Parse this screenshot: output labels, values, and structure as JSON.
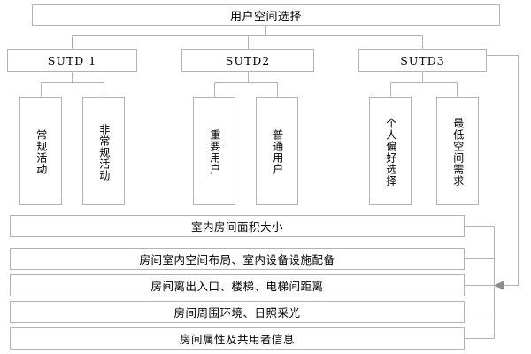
{
  "diagram": {
    "title": "用户空间选择",
    "type": "tree-hierarchy-with-feedback",
    "root": {
      "label": "用户空间选择"
    },
    "branches": [
      {
        "label": "SUTD 1",
        "children": [
          {
            "label": "常规活动"
          },
          {
            "label": "非常规活动"
          }
        ]
      },
      {
        "label": "SUTD2",
        "children": [
          {
            "label": "重要用户"
          },
          {
            "label": "普通用户"
          }
        ]
      },
      {
        "label": "SUTD3",
        "children": [
          {
            "label": "个人偏好选择"
          },
          {
            "label": "最低空间需求"
          }
        ]
      }
    ],
    "attributes": [
      {
        "label": "室内房间面积大小"
      },
      {
        "label": "房间室内空间布局、室内设备设施配备"
      },
      {
        "label": "房间离出入口、楼梯、电梯间距离"
      },
      {
        "label": "房间周围环境、日照采光"
      },
      {
        "label": "房间属性及共用者信息"
      }
    ],
    "feedback": {
      "from": "SUTD3",
      "to": "attributes-bus",
      "arrow": "left-arrowhead"
    },
    "colors": {
      "line": "#b3b3b3",
      "box_border": "#b3b3b3",
      "box_fill": "#ffffff",
      "text": "#000000",
      "arrow": "#8c8c8c"
    }
  }
}
